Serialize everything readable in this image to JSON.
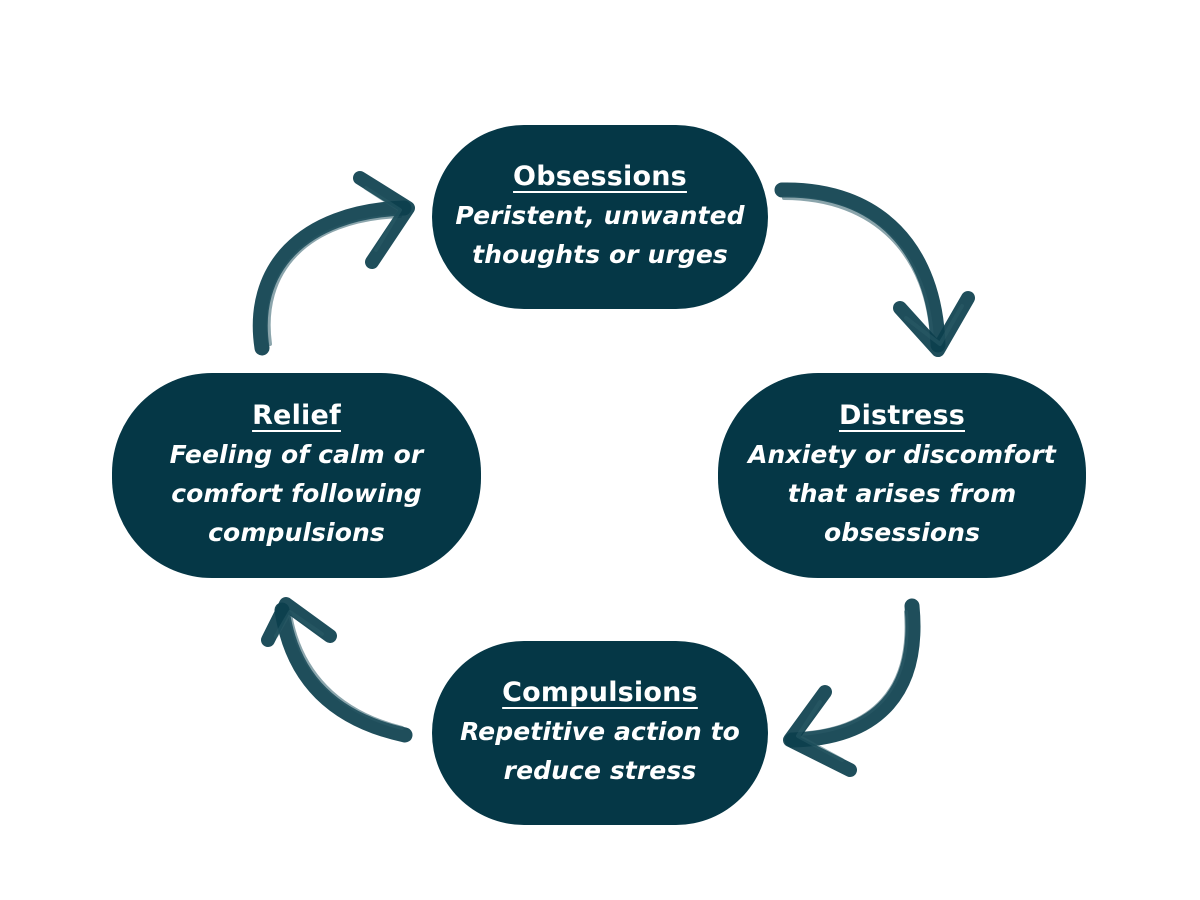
{
  "nodes": {
    "obsessions": {
      "title": "Obsessions",
      "desc_line1": "Peristent, unwanted",
      "desc_line2": "thoughts or urges"
    },
    "distress": {
      "title": "Distress",
      "desc_line1": "Anxiety or discomfort",
      "desc_line2": "that arises from",
      "desc_line3": "obsessions"
    },
    "compulsions": {
      "title": "Compulsions",
      "desc_line1": "Repetitive action to",
      "desc_line2": "reduce stress"
    },
    "relief": {
      "title": "Relief",
      "desc_line1": "Feeling of calm or",
      "desc_line2": "comfort following",
      "desc_line3": "compulsions"
    }
  },
  "colors": {
    "node_fill": "#053746",
    "node_text": "#ffffff",
    "arrow": "#0c3f4d",
    "background": "#ffffff"
  },
  "edges": [
    {
      "from": "obsessions",
      "to": "distress"
    },
    {
      "from": "distress",
      "to": "compulsions"
    },
    {
      "from": "compulsions",
      "to": "relief"
    },
    {
      "from": "relief",
      "to": "obsessions"
    }
  ]
}
